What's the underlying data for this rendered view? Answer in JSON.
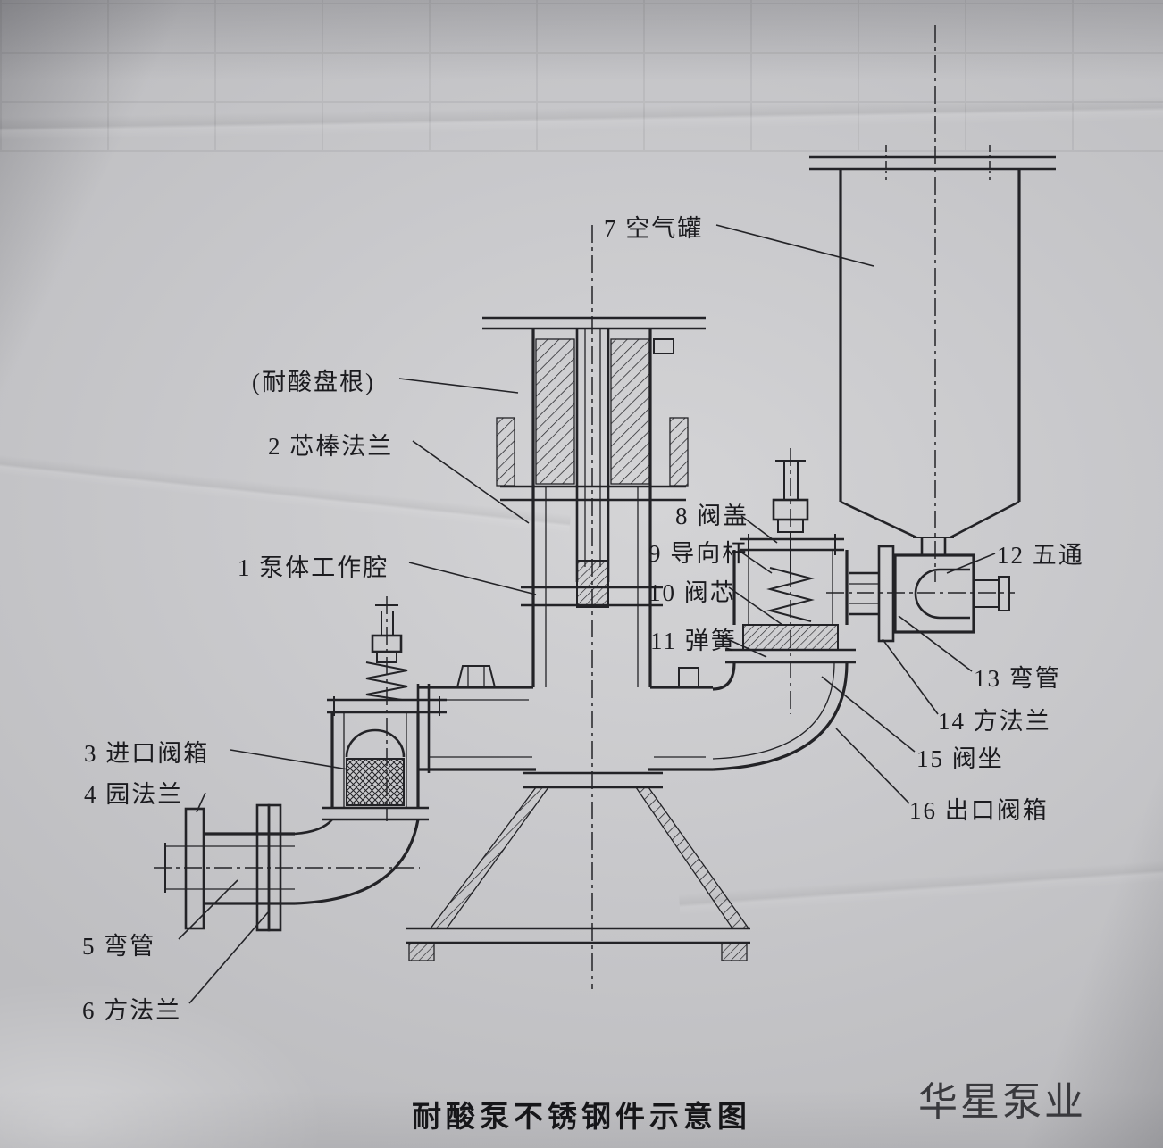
{
  "diagram": {
    "caption": "耐酸泵不锈钢件示意图",
    "watermark": "华星泵业",
    "labels": {
      "l1": "1 泵体工作腔",
      "l2": "2 芯棒法兰",
      "l3": "3 进口阀箱",
      "l4": "4 园法兰",
      "l5": "5 弯管",
      "l6": "6 方法兰",
      "l7": "7 空气罐",
      "l8": "8 阀盖",
      "l9": "9 导向杆",
      "l10": "10 阀芯",
      "l11": "11 弹簧",
      "l12": "12 五通",
      "l13": "13 弯管",
      "l14": "14 方法兰",
      "l15": "15 阀坐",
      "l16": "16 出口阀箱",
      "packing": "(耐酸盘根)"
    },
    "colors": {
      "ink": "#232327",
      "paper": "#c9c9cc"
    }
  }
}
